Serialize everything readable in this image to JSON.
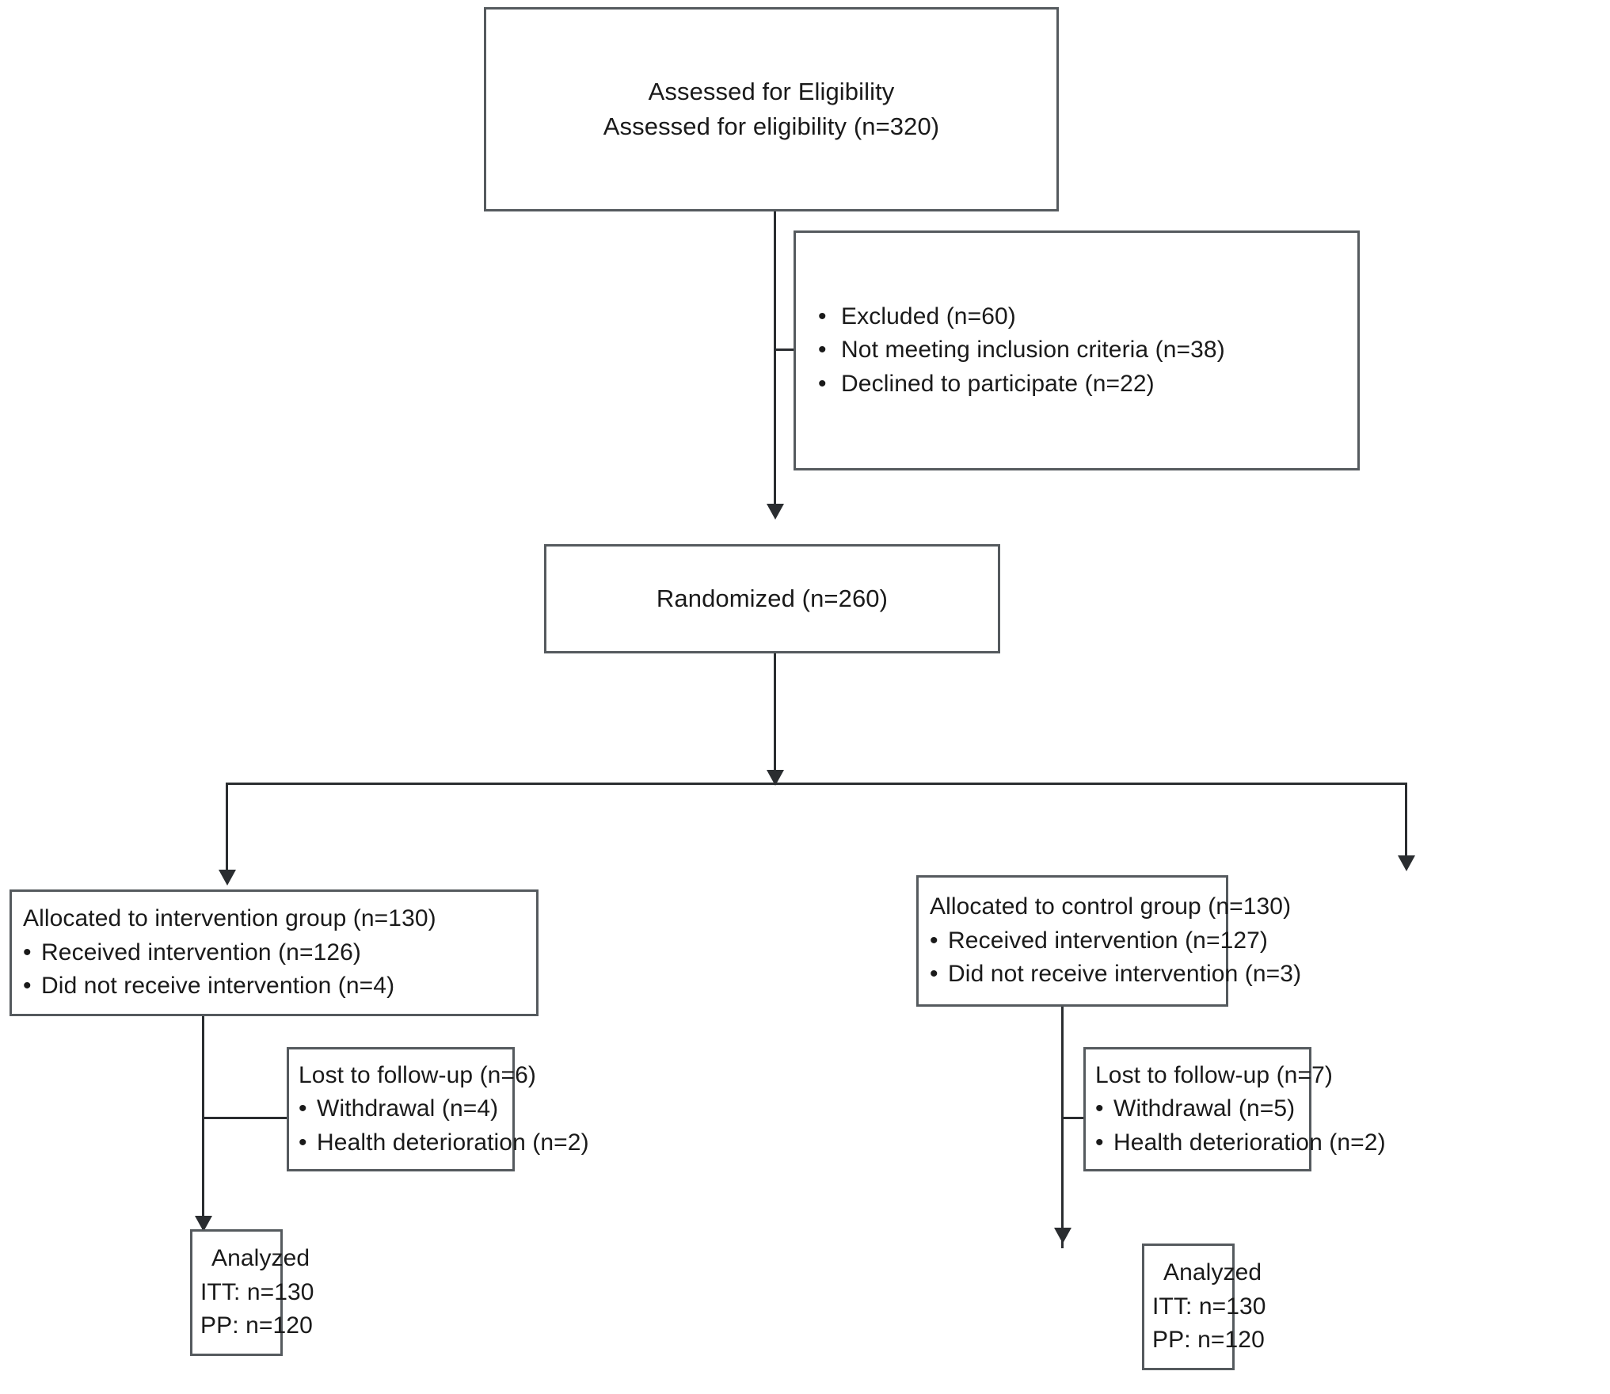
{
  "diagram": {
    "type": "consort-flow-diagram",
    "title": "CONSORT Participant Flow Diagram",
    "stroke_color": "#555a5e",
    "line_color": "#2a2d30",
    "background_color": "#ffffff"
  },
  "nodes": {
    "eligibility": {
      "line1": "Assessed for Eligibility",
      "line2": "Assessed for eligibility (n=320)"
    },
    "excluded": {
      "items": [
        "Excluded (n=60)",
        "Not meeting inclusion criteria (n=38)",
        "Declined to participate (n=22)"
      ]
    },
    "randomized": {
      "label": "Randomized (n=260)"
    },
    "allocated_intervention": {
      "heading": "Allocated to intervention group (n=130)",
      "items": [
        "Received intervention (n=126)",
        "Did not receive intervention (n=4)"
      ]
    },
    "allocated_control": {
      "heading": "Allocated to control group (n=130)",
      "items": [
        "Received intervention (n=127)",
        "Did not receive intervention (n=3)"
      ]
    },
    "lost_followup_left": {
      "heading": "Lost to follow-up (n=6)",
      "items": [
        "Withdrawal (n=4)",
        "Health deterioration (n=2)"
      ]
    },
    "lost_followup_right": {
      "heading": "Lost to follow-up (n=7)",
      "items": [
        "Withdrawal (n=5)",
        "Health deterioration (n=2)"
      ]
    },
    "analyzed_left": {
      "heading": "Analyzed",
      "line_itt": "ITT: n=130",
      "line_pp": "PP: n=120"
    },
    "analyzed_right": {
      "heading": "Analyzed",
      "line_itt": "ITT: n=130",
      "line_pp": "PP: n=120"
    }
  },
  "bullet_glyph": "•"
}
